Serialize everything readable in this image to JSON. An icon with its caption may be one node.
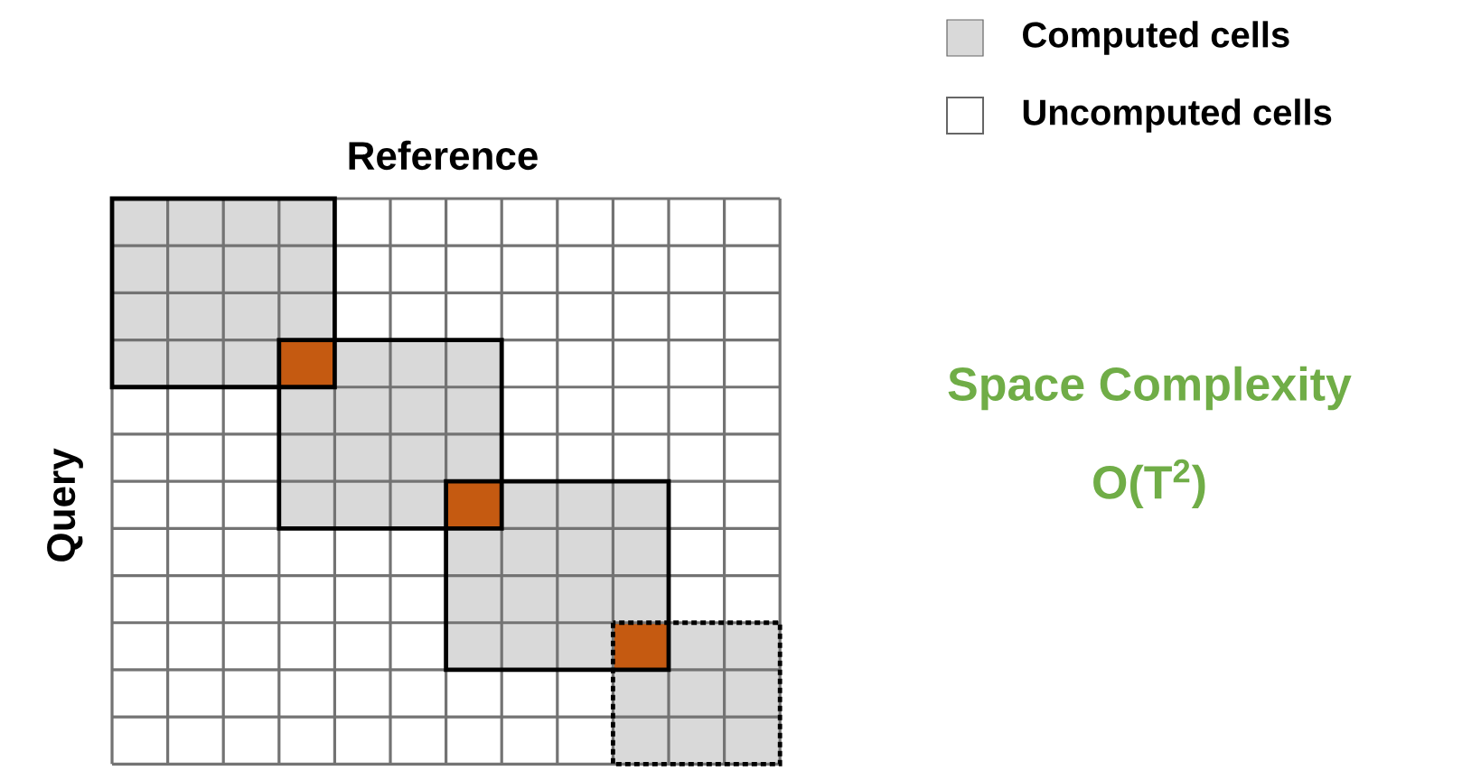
{
  "diagram": {
    "labels": [
      "Reference",
      "Query",
      "Space Complexity",
      "O(T$^{2}$)"
    ],
    "legend": [
      {
        "text": "Computed cells",
        "color": "#d9d9d9"
      },
      {
        "text": "Uncomputed cells"
      }
    ]
  }
}
